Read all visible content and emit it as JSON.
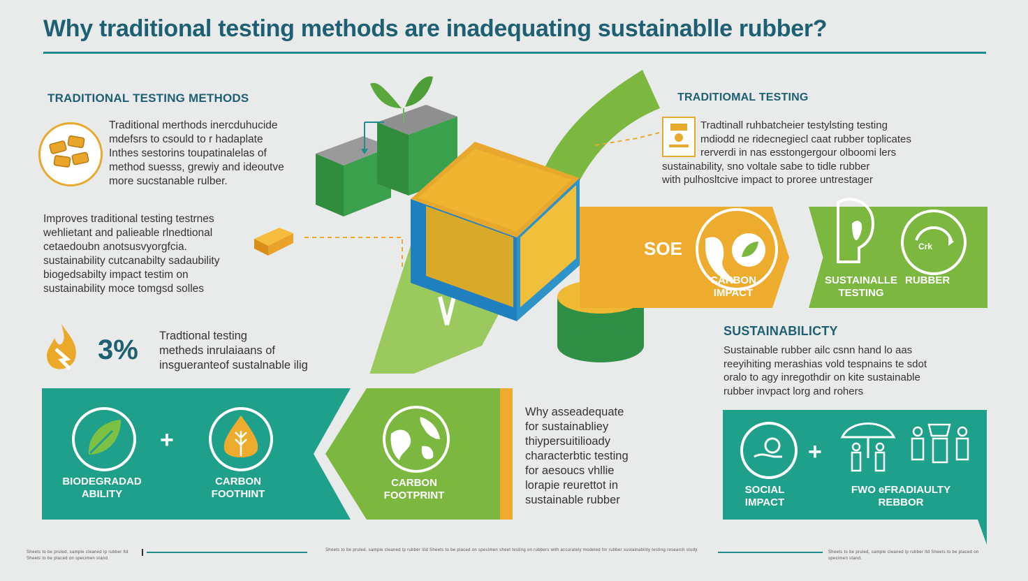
{
  "title": "Why traditional testing methods are inadequating  sustainablle rubber?",
  "left_section": {
    "heading": "TRADITIONAL TESTING METHODS",
    "intro_lines": [
      "Traditional merthods inercduhucide",
      "mdefsrs to csould to r hadaplate",
      "Inthes sestorins toupatinalelas of",
      "method suesss, grewiy and ideoutve",
      "more sucstanable rulber."
    ],
    "improve_lines": [
      "Improves traditional testing testrnes",
      "wehlietant and palieable rlnedtional",
      "cetaedoubn anotsusvyorgfcia.",
      "sustainability cutcanabilty sadaubility",
      "biogedsabilty impact testim on",
      "sustainability moce tomgsd solles"
    ],
    "stat_value": "3%",
    "stat_lines": [
      "Tradtional testing",
      "metheds inrulaiaans of",
      "insgueranteof sustalnable ilig"
    ]
  },
  "right_section": {
    "heading": "TRADITIOMAL TESTING",
    "lines": [
      "Tradtinall ruhbatcheier testylsting testing",
      "mdiodd ne ridecnegiecl caat rubber toplicates",
      "rerverdi in nas esstongergour olboomi lers",
      "sustainability,  sno voltale sabe to tidle rubber",
      "with pulhosltcive impact to proree untrestager"
    ]
  },
  "orange_band": {
    "label_left": "SOE",
    "caption": "CARBON IMPACT"
  },
  "green_band_right": {
    "caption_left": "SUSTAINALLE TESTING",
    "caption_right": "RUBBER",
    "icon_text": "Crk"
  },
  "sustainability": {
    "heading": "SUSTAINABILICTY",
    "lines": [
      "Sustainable rubber ailc csnn hand lo aas",
      "reeyihiting merashias vold tespnains te sdot",
      "oralo to agy  inregothdir on kite sustainable",
      "rubber invpact lorg and rohers"
    ]
  },
  "bottom_left": {
    "caption_1": "BIODEGRADAD ABILITY",
    "caption_2": "CARBON FOOTHINT",
    "plus": "+",
    "caption_3": "CARBON FOOTPRINT"
  },
  "middle_text": {
    "lines": [
      "Why asseadequate",
      "for sustainabliey",
      "thiypersuitilioady",
      "characterbtic testing",
      "for aesoucs vhllie",
      "lorapie reurettot  in",
      "sustainable rubber"
    ]
  },
  "bottom_right": {
    "caption_1": "SOCIAL IMPACT",
    "plus": "+",
    "caption_2": "FWO eFRADIAULTY REBBOR"
  },
  "footer": {
    "left_fine": "Sheets to be pruled, sample cleaned Ip rubber ltd Sheets to be placed on specimen stand.",
    "mid_fine": "Sheets to be pruled, sample cleaned lp rubber litd Sheets to be placed on specimen sheet testing on rubbers with accurately modeled for rubber sustainability testing research study",
    "right_fine": "Sheets to be pruled, sample cleaned lp rubber ltd Sheets to be placed on specimen stand."
  },
  "colors": {
    "teal": "#1fa08a",
    "green": "#7cb740",
    "orange": "#eeac2f",
    "title": "#1d5f73"
  }
}
